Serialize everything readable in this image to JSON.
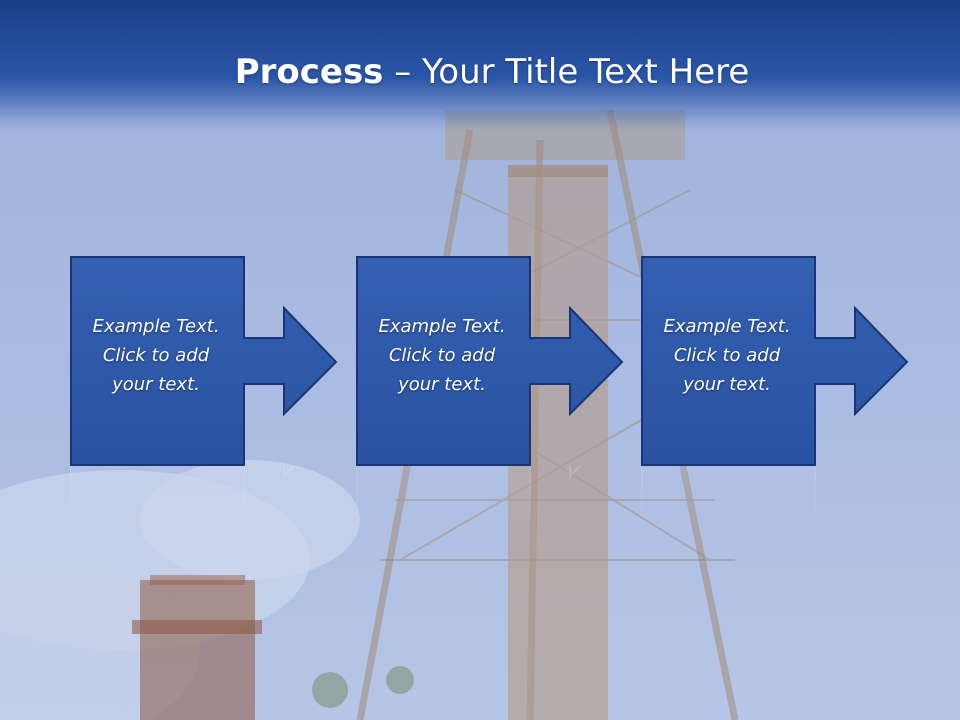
{
  "slide": {
    "title_bold": "Process",
    "title_rest": " – Your Title Text Here",
    "steps": [
      {
        "line1": "Example Text.",
        "line2": "Click  to add",
        "line3": "your text."
      },
      {
        "line1": "Example Text.",
        "line2": "Click  to add",
        "line3": "your text."
      },
      {
        "line1": "Example Text.",
        "line2": "Click  to add",
        "line3": "your text."
      }
    ]
  },
  "colors": {
    "header": "#1b3f86",
    "box_fill": "#2d56a8",
    "box_border": "#1a3573",
    "background": "#a9bbe1"
  }
}
